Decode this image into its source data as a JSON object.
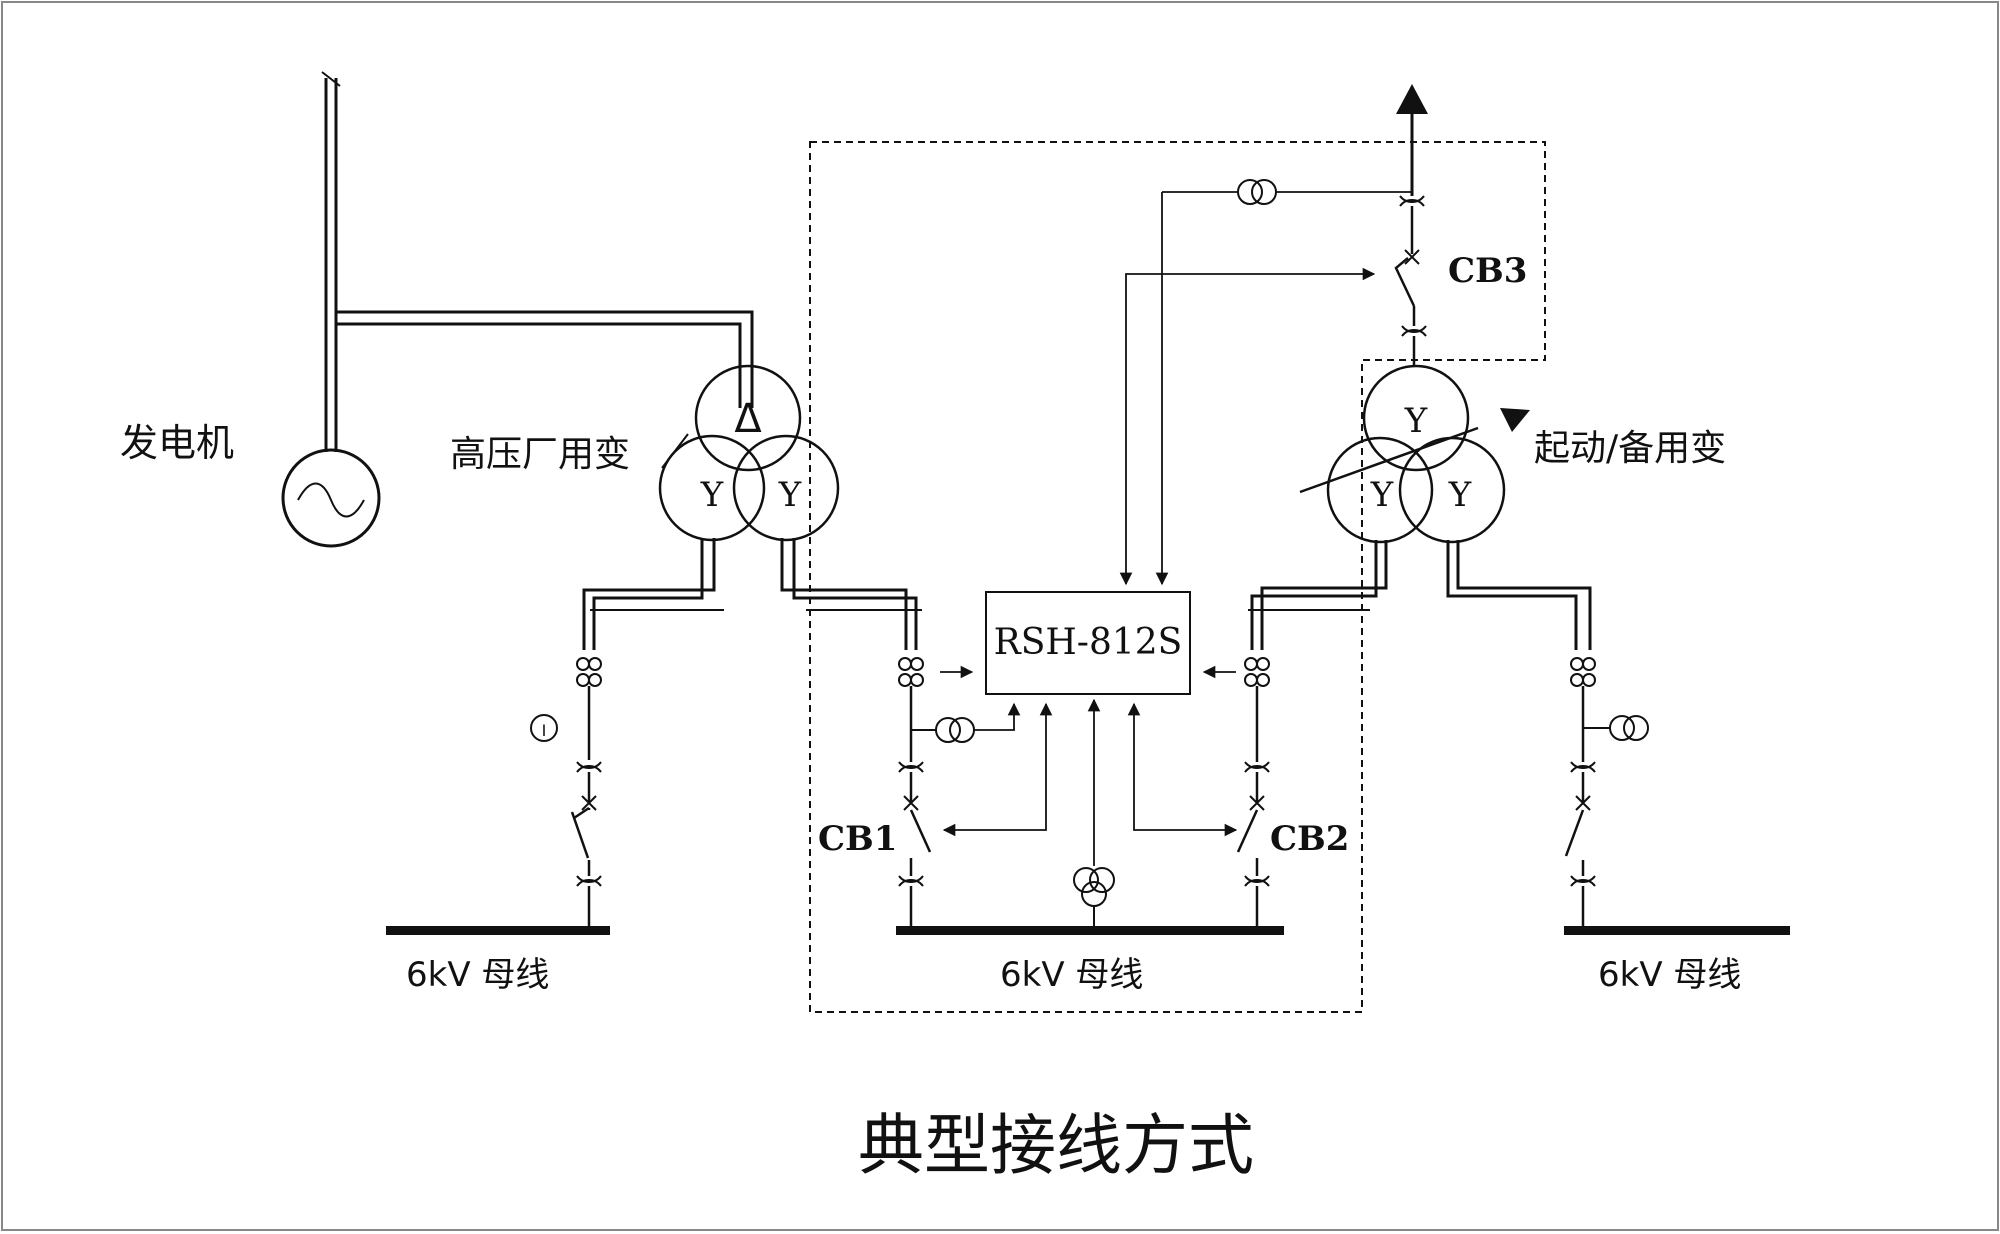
{
  "title": "典型接线方式",
  "labels": {
    "generator": "发电机",
    "hv_aux_transformer": "高压厂用变",
    "startup_standby_transformer": "起动/备用变",
    "controller": "RSH-812S",
    "bus_left": "6kV 母线",
    "bus_middle": "6kV 母线",
    "bus_right": "6kV 母线",
    "breaker_1": "CB1",
    "breaker_2": "CB2",
    "breaker_3": "CB3",
    "delta_symbol": "Δ",
    "wye_symbol": "Y",
    "current_meter": "I"
  },
  "colors": {
    "line": "#111111",
    "background": "#ffffff",
    "frame": "#888888"
  }
}
